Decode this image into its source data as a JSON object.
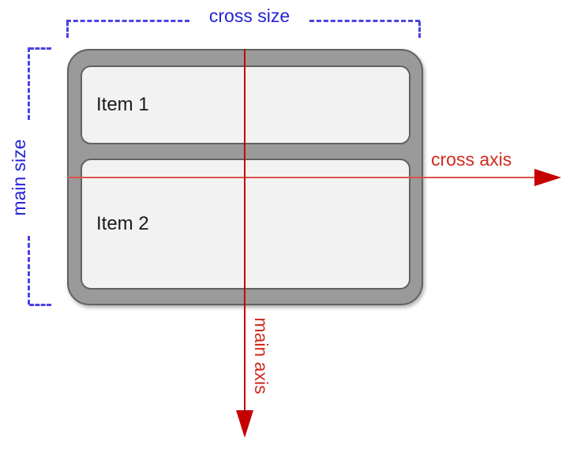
{
  "labels": {
    "cross_size": "cross size",
    "main_size": "main size",
    "cross_axis": "cross axis",
    "main_axis": "main axis"
  },
  "items": [
    {
      "label": "Item 1"
    },
    {
      "label": "Item 2"
    }
  ],
  "colors": {
    "blue": "#2423d7",
    "blue_dash": "#4a43e0",
    "red": "#c40000",
    "red_soft": "#d9544a",
    "red_label": "#d02a20",
    "container_fill": "#9a9a9a",
    "container_stroke": "#616161",
    "item_fill": "#f2f2f2"
  }
}
